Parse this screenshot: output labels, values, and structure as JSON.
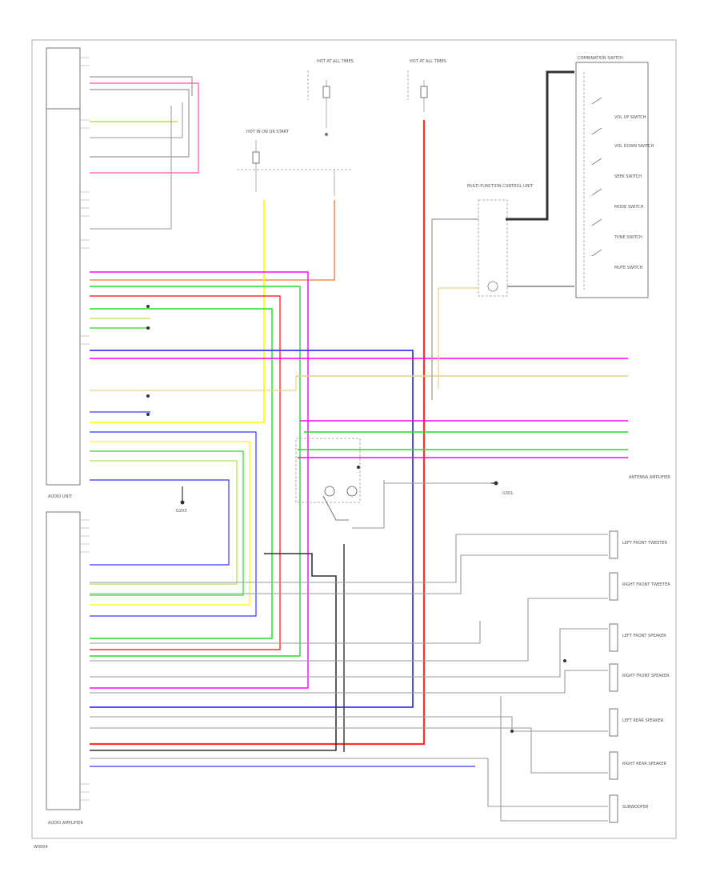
{
  "diagram": {
    "footer_code": "W0004",
    "top_module": "AUDIO UNIT",
    "bottom_module": "AUDIO AMPLIFIER",
    "fuse_labels": [
      "HOT AT ALL TIMES",
      "HOT AT ALL TIMES",
      "HOT IN ON OR START"
    ],
    "relay_label": "MULTI-FUNCTION CONTROL UNIT",
    "switch_panel_title": "COMBINATION SWITCH",
    "switch_labels": [
      "VOL UP SWITCH",
      "VOL DOWN SWITCH",
      "SEEK SWITCH",
      "MODE SWITCH",
      "TUNE SWITCH",
      "MUTE SWITCH"
    ],
    "antenna_label": "ANTENNA AMPLIFIER",
    "speaker_labels": [
      "LEFT FRONT TWEETER",
      "RIGHT FRONT TWEETER",
      "LEFT FRONT SPEAKER",
      "RIGHT FRONT SPEAKER",
      "LEFT REAR SPEAKER",
      "RIGHT REAR SPEAKER",
      "SUBWOOFER"
    ],
    "ground_labels": [
      "G203",
      "G301"
    ],
    "colors": {
      "red": "#ff3030",
      "pink": "#ff6fae",
      "magenta": "#ff00ff",
      "green": "#22dd22",
      "yellow_green": "#b8e050",
      "yellow": "#ffff00",
      "blue": "#3838ff",
      "orange": "#e87a30",
      "gray": "#9a9a9a",
      "dark": "#333333",
      "tan": "#e6d28c"
    }
  }
}
